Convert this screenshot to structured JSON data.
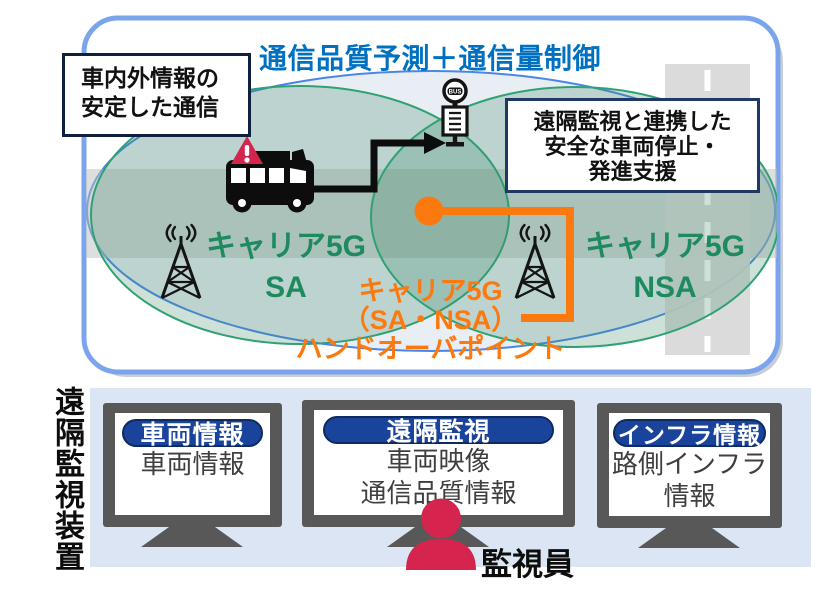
{
  "scene": {
    "title": "通信品質予測＋通信量制御",
    "stable_callout": {
      "line1": "車内外情報の",
      "line2": "安定した通信"
    },
    "safety_callout": {
      "line1": "遠隔監視と連携した",
      "line2": "安全な車両停止・",
      "line3": "発進支援"
    },
    "carrier_sa": {
      "line1": "キャリア5G",
      "line2": "SA"
    },
    "carrier_nsa": {
      "line1": "キャリア5G",
      "line2": "NSA"
    },
    "handover": {
      "line1": "キャリア5G",
      "line2": "（SA・NSA）",
      "line3": "ハンドオーバポイント"
    },
    "bus_stop_text": "BUS",
    "icons": {
      "alert-icon": "red warning triangle with exclamation mark",
      "bus-icon": "black shuttle bus silhouette",
      "bus-stop-icon": "bus stop sign with timetable board",
      "antenna-sa-icon": "5G base station tower with radio waves",
      "antenna-nsa-icon": "5G base station tower with radio waves",
      "handover-point-icon": "orange handover point dot with bracket line",
      "road-icon": "vertical road with white dashed center line"
    }
  },
  "panel": {
    "side_label": "遠隔監視装置",
    "monitors": [
      {
        "badge": "車両情報",
        "lines": [
          "車両情報"
        ]
      },
      {
        "badge": "遠隔監視",
        "lines": [
          "車両映像",
          "通信品質情報"
        ]
      },
      {
        "badge": "インフラ情報",
        "lines": [
          "路側インフラ",
          "情報"
        ]
      }
    ],
    "operator_label": "監視員"
  },
  "colors": {
    "frame_blue": "#7aa5ec",
    "title_blue": "#0070c0",
    "coverage_outline_green": "#2fa173",
    "coverage_fill_green": "#3c8a68",
    "carrier_text_green": "#1e8a5f",
    "handover_orange": "#fb7a10",
    "alert_red": "#d5244e",
    "badge_navy": "#1a449c",
    "callout_border_navy": "#1f3864",
    "monitor_gray": "#585858",
    "panel_blue": "#dce5f3",
    "operator_red": "#d5244e"
  }
}
